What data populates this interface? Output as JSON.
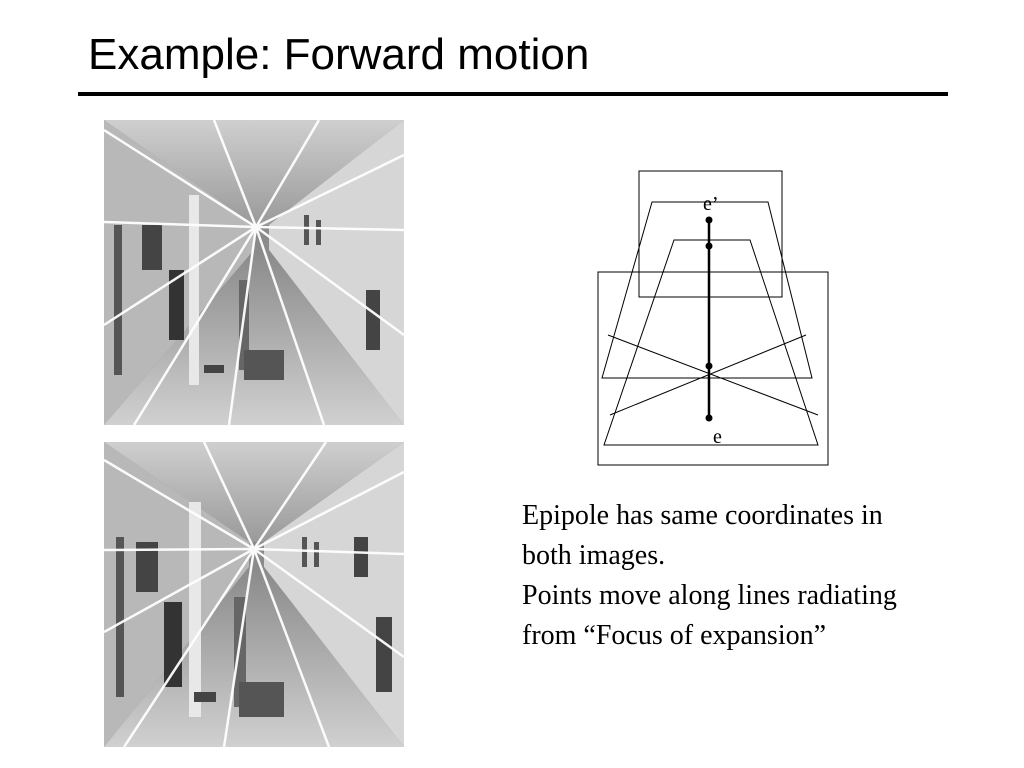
{
  "slide": {
    "title": "Example: Forward motion"
  },
  "diagram": {
    "epipole_top_label": "e’",
    "epipole_bottom_label": "e"
  },
  "caption": {
    "lines": [
      "Epipole has same coordinates in",
      "both images.",
      "Points move along lines radiating",
      "from  “Focus of expansion”"
    ]
  },
  "photos": {
    "top_alt": "Corridor image 1 with epipolar lines",
    "bottom_alt": "Corridor image 2 with epipolar lines"
  }
}
